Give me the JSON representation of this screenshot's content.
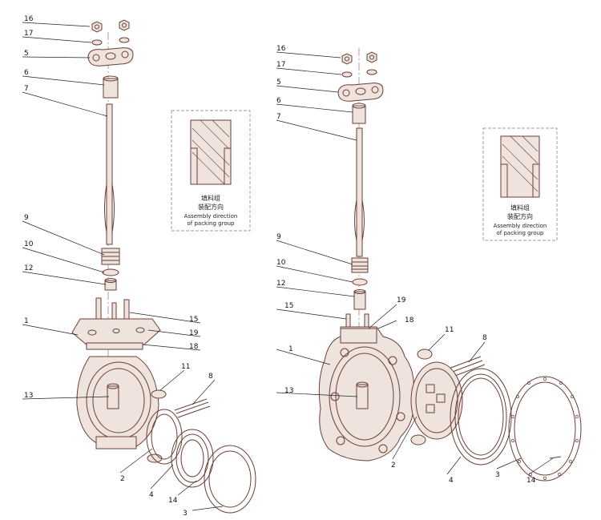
{
  "left": {
    "labels": [
      "16",
      "17",
      "5",
      "6",
      "7",
      "9",
      "10",
      "12",
      "1",
      "15",
      "19",
      "18",
      "13",
      "11",
      "8",
      "2",
      "4",
      "14",
      "3"
    ],
    "inset": {
      "cn1": "填料组",
      "cn2": "装配方向",
      "en1": "Assembly direction",
      "en2": "of packing group"
    }
  },
  "right": {
    "labels": [
      "16",
      "17",
      "5",
      "6",
      "7",
      "9",
      "10",
      "12",
      "15",
      "19",
      "18",
      "1",
      "13",
      "11",
      "8",
      "2",
      "4",
      "3",
      "14"
    ],
    "inset": {
      "cn1": "填料组",
      "cn2": "装配方向",
      "en1": "Assembly direction",
      "en2": "of packing group"
    }
  },
  "colors": {
    "part_outline": "#6a3f36",
    "leader": "#222222",
    "background": "#ffffff"
  }
}
